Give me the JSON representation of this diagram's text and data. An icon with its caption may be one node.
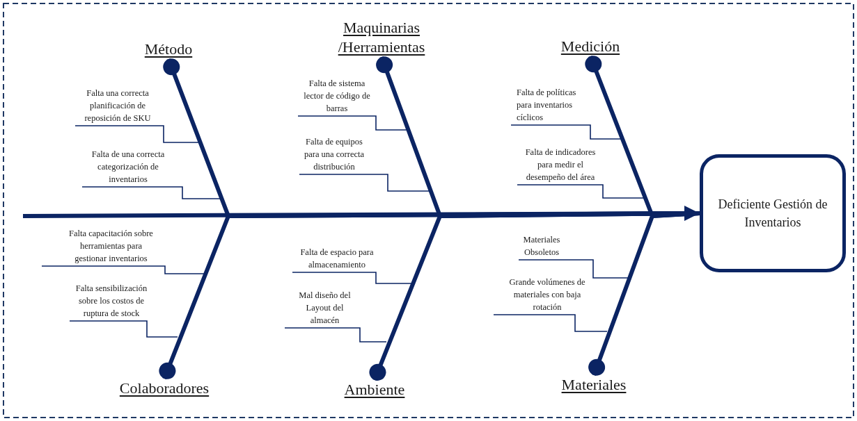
{
  "diagram": {
    "nodes": [
      {
        "text": [
          "Método"
        ]
      },
      {
        "text": [
          "Falta una correcta planificación de reposición de SKU"
        ]
      },
      {
        "text": [
          "Falta de una correcta categorización de inventarios"
        ]
      },
      {
        "text": [
          "Maquinarias /Herramientas"
        ]
      },
      {
        "text": [
          "Falta de sistema lector de código de barras"
        ]
      },
      {
        "text": [
          "Falta de equipos para una correcta distribución"
        ]
      },
      {
        "text": [
          "Medición"
        ]
      },
      {
        "text": [
          "Falta de políticas para inventarios cíclicos"
        ]
      },
      {
        "text": [
          "Falta de indicadores para medir el desempeño del área"
        ]
      },
      {
        "text": [
          "Deficiente Gestión de Inventarios"
        ]
      },
      {
        "text": [
          "Falta capacitación sobre herramientas para gestionar inventarios"
        ]
      },
      {
        "text": [
          "Falta sensibilización sobre los costos de ruptura de stock"
        ]
      },
      {
        "text": [
          "Colaboradores"
        ]
      },
      {
        "text": [
          "Falta de espacio para almacenamiento"
        ]
      },
      {
        "text": [
          "Mal diseño del Layout del almacén"
        ]
      },
      {
        "text": [
          "Ambiente"
        ]
      },
      {
        "text": [
          "Materiales Obsoletos"
        ]
      },
      {
        "text": [
          "Grande volúmenes de materiales con baja rotación"
        ]
      },
      {
        "text": [
          "Materiales"
        ]
      }
    ],
    "edges": [
      {
        "from": null,
        "to": 9,
        "arrow": "to",
        "style": "thick"
      },
      {
        "from": 0,
        "to": 9,
        "arrow": "other",
        "style": "thick"
      },
      {
        "from": 3,
        "to": 9,
        "arrow": "other",
        "style": "thick"
      },
      {
        "from": 6,
        "to": 9,
        "arrow": "other",
        "style": "thick"
      },
      {
        "from": 12,
        "to": 9,
        "arrow": "other",
        "style": "thick"
      },
      {
        "from": 15,
        "to": 9,
        "arrow": "other",
        "style": "thick"
      },
      {
        "from": 18,
        "to": 9,
        "arrow": "other",
        "style": "thick"
      },
      {
        "from": 1,
        "to": null,
        "arrow": "none"
      },
      {
        "from": 2,
        "to": null,
        "arrow": "none"
      },
      {
        "from": 4,
        "to": null,
        "arrow": "none"
      },
      {
        "from": 5,
        "to": null,
        "arrow": "none"
      },
      {
        "from": 7,
        "to": null,
        "arrow": "none"
      },
      {
        "from": 8,
        "to": null,
        "arrow": "none"
      },
      {
        "from": 10,
        "to": null,
        "arrow": "none"
      },
      {
        "from": 11,
        "to": null,
        "arrow": "none"
      },
      {
        "from": 13,
        "to": null,
        "arrow": "none"
      },
      {
        "from": 14,
        "to": null,
        "arrow": "none"
      },
      {
        "from": 16,
        "to": null,
        "arrow": "none"
      },
      {
        "from": 17,
        "to": null,
        "arrow": "none"
      }
    ]
  }
}
